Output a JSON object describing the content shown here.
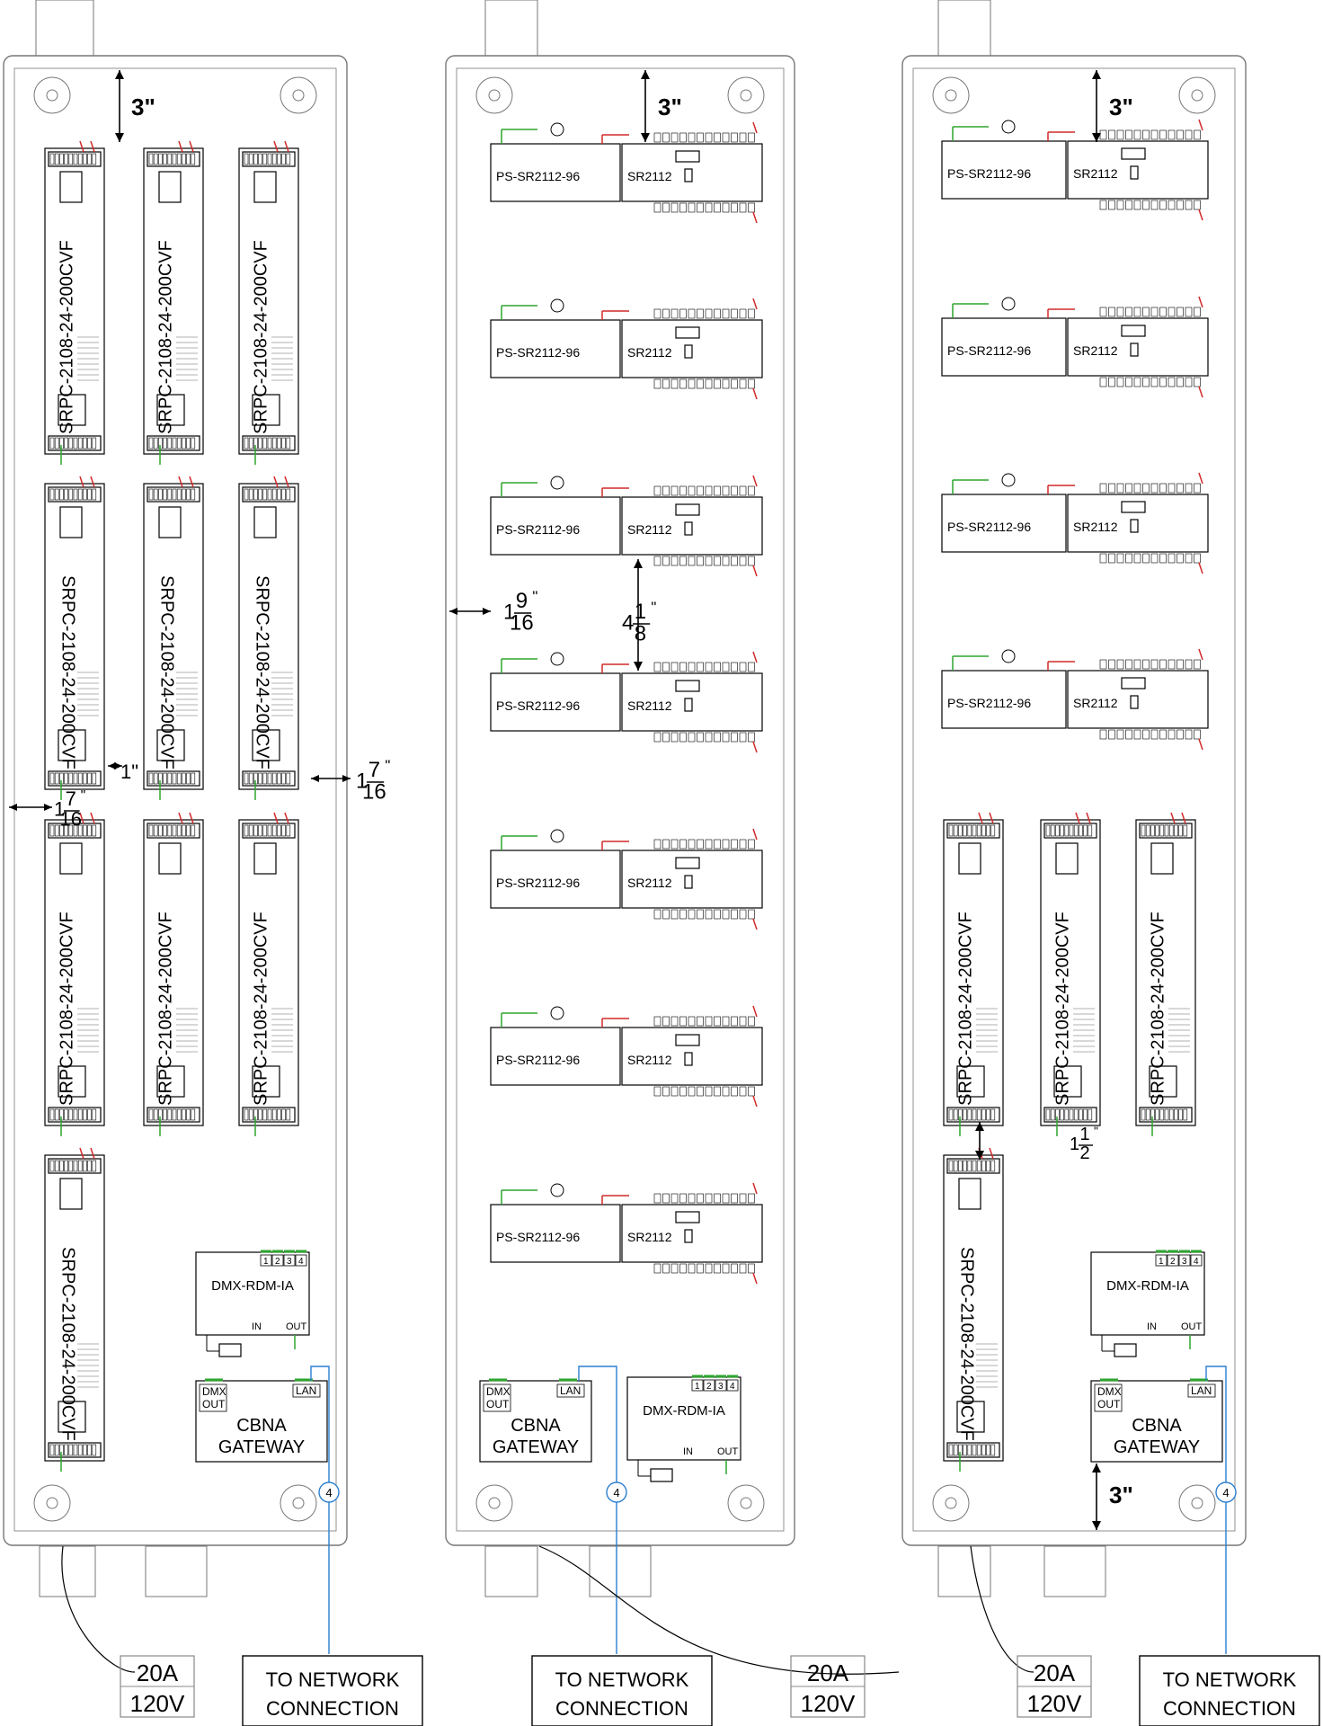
{
  "colors": {
    "line": "#000000",
    "green": "#2ea52e",
    "red": "#d22a2a",
    "blue": "#2a7fd0",
    "frame": "#777777"
  },
  "dims": {
    "top_clearance": "3\"",
    "bottom_clearance": "3\"",
    "gap_1": "1\"",
    "side_whole": "1",
    "side_num": "7",
    "side_den": "16",
    "side_suffix": "\"",
    "edge_whole": "1",
    "edge_num": "9",
    "edge_den": "16",
    "edge_suffix": "\"",
    "row_whole": "4",
    "row_num": "1",
    "row_den": "8",
    "row_suffix": "\"",
    "half_whole": "1",
    "half_num": "1",
    "half_den": "2",
    "half_suffix": "\""
  },
  "labels": {
    "driver": "SRPC-2108-24-200CVF",
    "psu": "PS-SR2112-96",
    "controller": "SR2112",
    "dmx_rdm": "DMX-RDM-IA",
    "dmx_outputs": [
      "1",
      "2",
      "3",
      "4"
    ],
    "port_in": "IN",
    "port_out": "OUT",
    "gateway_line1": "CBNA",
    "gateway_line2": "GATEWAY",
    "gateway_dmx": "DMX",
    "gateway_out": "OUT",
    "gateway_lan": "LAN",
    "circuit_tag": "4"
  },
  "callouts": {
    "power_amps": "20A",
    "power_volts": "120V",
    "network_line1": "TO NETWORK",
    "network_line2": "CONNECTION"
  }
}
